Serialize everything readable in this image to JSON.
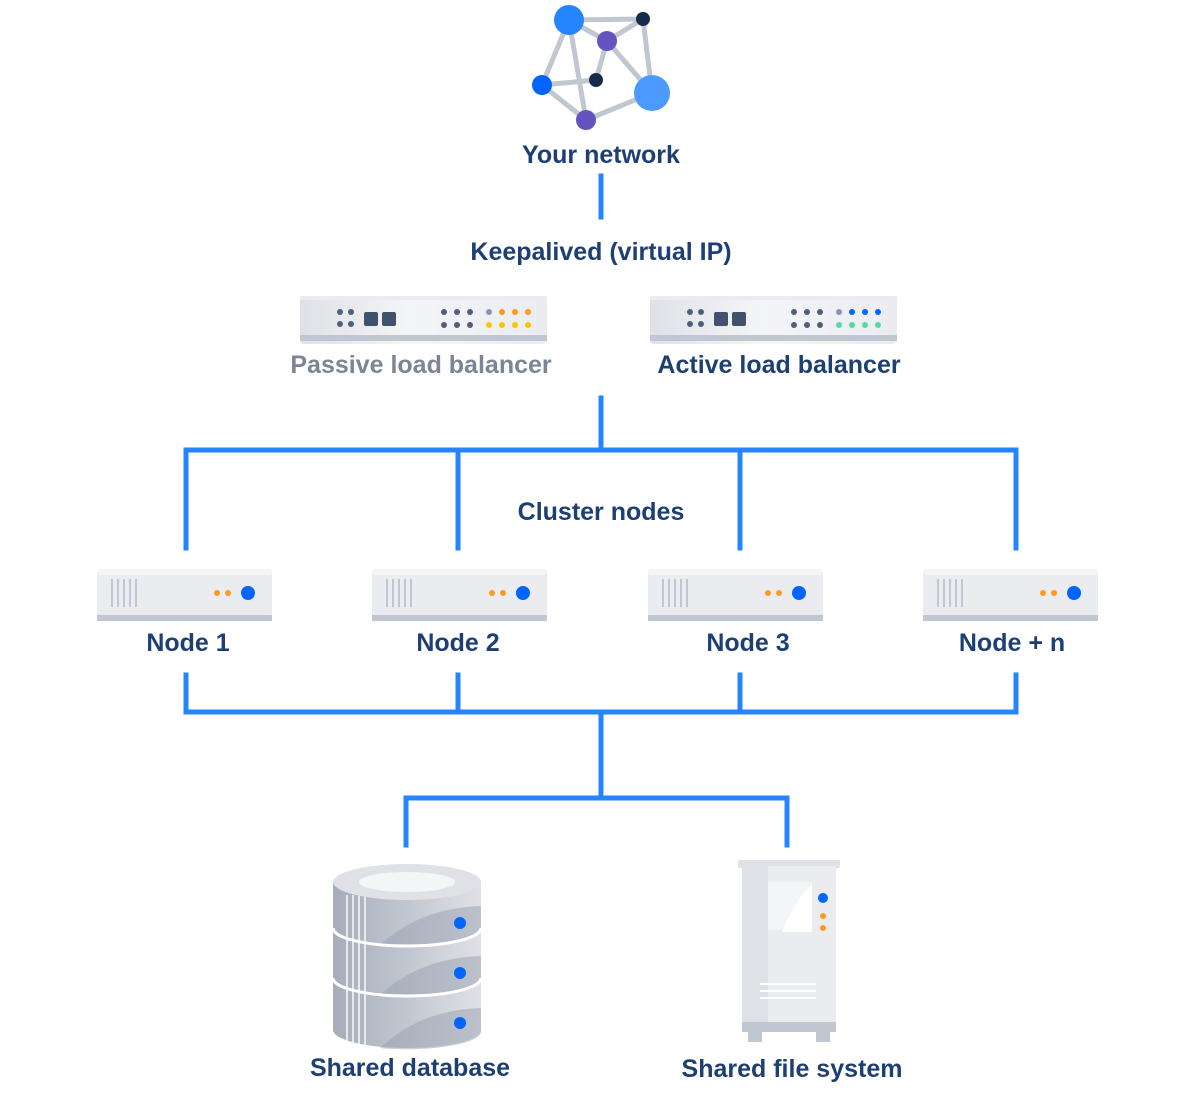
{
  "diagram": {
    "network_label": "Your network",
    "keepalived_label": "Keepalived (virtual IP)",
    "passive_lb_label": "Passive load balancer",
    "active_lb_label": "Active load balancer",
    "cluster_label": "Cluster nodes",
    "nodes": [
      {
        "label": "Node 1"
      },
      {
        "label": "Node 2"
      },
      {
        "label": "Node 3"
      },
      {
        "label": "Node + n"
      }
    ],
    "database_label": "Shared database",
    "filesystem_label": "Shared file system"
  },
  "colors": {
    "connector": "#2684ff",
    "label": "#1d3f73",
    "passive_label": "#7b8596",
    "indicator_blue": "#0065ff",
    "indicator_orange": "#ff991f",
    "indicator_yellow": "#ffc400",
    "indicator_green": "#57d9a3",
    "network_purple": "#6554c0",
    "network_navy": "#172b4d"
  }
}
